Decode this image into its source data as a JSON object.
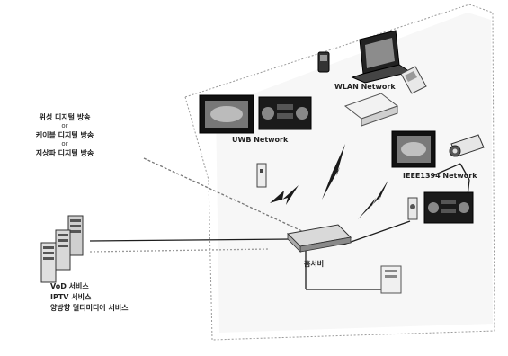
{
  "broadcast": {
    "items": [
      "위성 디지털 방송",
      "케이블 디지털 방송",
      "지상파 디지털 방송"
    ],
    "separator": "or"
  },
  "services": [
    "VoD 서비스",
    "IPTV 서비스",
    "양방향 멀티미디어 서비스"
  ],
  "networks": {
    "wlan": "WLAN Network",
    "uwb": "UWB Network",
    "ieee1394": "IEEE1394 Network"
  },
  "home_server": {
    "label": "홈서버"
  },
  "colors": {
    "background": "#ffffff",
    "room_edge": "#9a9a9a",
    "line": "#222222",
    "faint_text": "#a8a8a8"
  },
  "icons": [
    "tv-icon",
    "stereo-icon",
    "laptop-icon",
    "pda-icon",
    "phone-icon",
    "camcorder-icon",
    "access-point-icon",
    "server-tower-icon",
    "home-server-icon",
    "lightning-icon",
    "speaker-icon",
    "router-icon"
  ]
}
